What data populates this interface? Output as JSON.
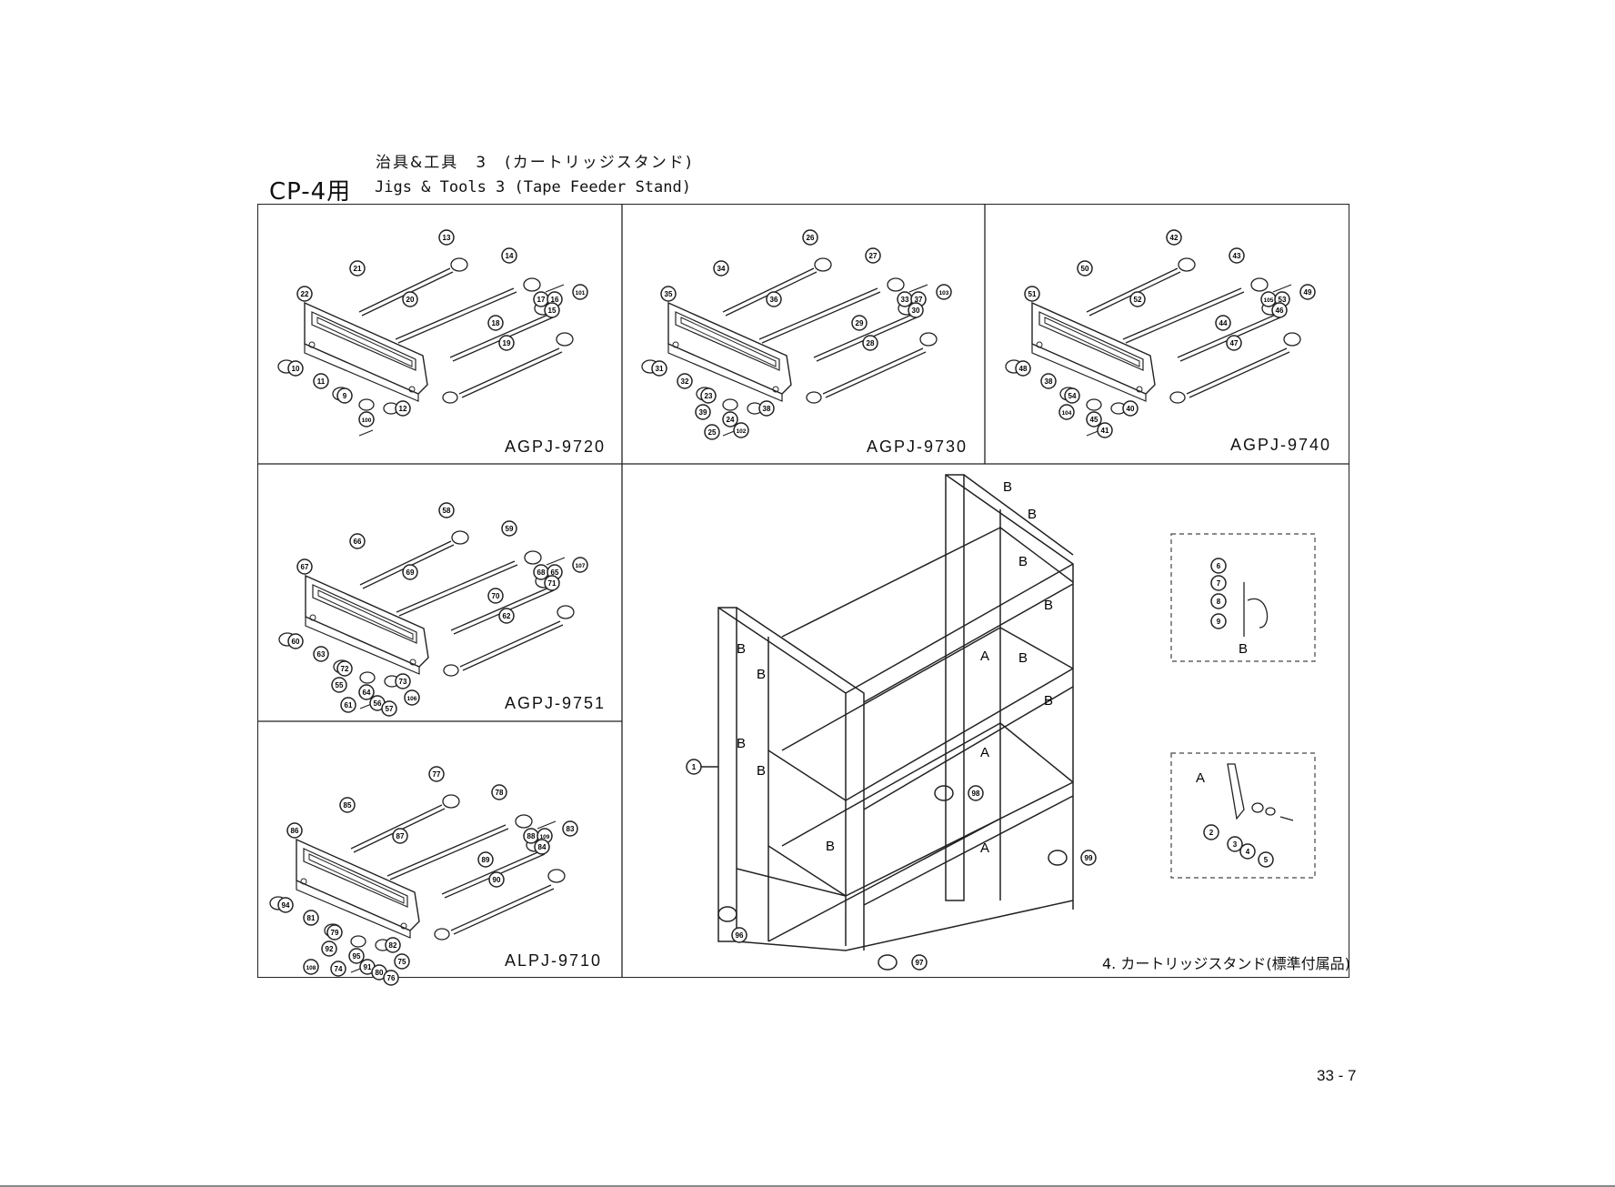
{
  "header": {
    "title_jp": "治具&工具　3　(カートリッジスタンド)",
    "model": "CP-4用",
    "title_en": "Jigs & Tools 3 (Tape Feeder Stand)"
  },
  "panels": [
    {
      "label": "AGPJ-9720",
      "parts": [
        "13",
        "14",
        "21",
        "22",
        "20",
        "17",
        "101",
        "16",
        "15",
        "18",
        "19",
        "10",
        "11",
        "9",
        "12",
        "100"
      ]
    },
    {
      "label": "AGPJ-9730",
      "parts": [
        "26",
        "27",
        "34",
        "35",
        "36",
        "33",
        "103",
        "37",
        "30",
        "29",
        "28",
        "31",
        "32",
        "23",
        "38",
        "24",
        "39",
        "102",
        "25"
      ]
    },
    {
      "label": "AGPJ-9740",
      "parts": [
        "42",
        "43",
        "50",
        "51",
        "52",
        "105",
        "49",
        "53",
        "46",
        "44",
        "47",
        "48",
        "38",
        "54",
        "40",
        "45",
        "104",
        "41"
      ]
    },
    {
      "label": "AGPJ-9751",
      "parts": [
        "58",
        "59",
        "66",
        "67",
        "69",
        "68",
        "107",
        "65",
        "71",
        "70",
        "62",
        "60",
        "63",
        "72",
        "73",
        "64",
        "55",
        "56",
        "61",
        "106",
        "57"
      ]
    },
    {
      "label": "ALPJ-9710",
      "parts": [
        "77",
        "78",
        "85",
        "86",
        "87",
        "88",
        "83",
        "109",
        "84",
        "89",
        "90",
        "94",
        "81",
        "79",
        "82",
        "95",
        "92",
        "91",
        "74",
        "75",
        "80",
        "108",
        "76"
      ]
    }
  ],
  "stand": {
    "caption": "4. カートリッジスタンド(標準付属品)",
    "frame_marks": [
      "B",
      "B",
      "B",
      "B",
      "B",
      "B",
      "B",
      "B",
      "B",
      "B",
      "B",
      "A",
      "A",
      "A"
    ],
    "parts": [
      "1",
      "96",
      "97",
      "98",
      "99"
    ],
    "detail_top": {
      "parts": [
        "6",
        "7",
        "8",
        "9"
      ],
      "mark": "B"
    },
    "detail_bottom": {
      "parts": [
        "2",
        "3",
        "4",
        "5"
      ],
      "mark": "A"
    }
  },
  "footer": {
    "page": "33 - 7"
  }
}
